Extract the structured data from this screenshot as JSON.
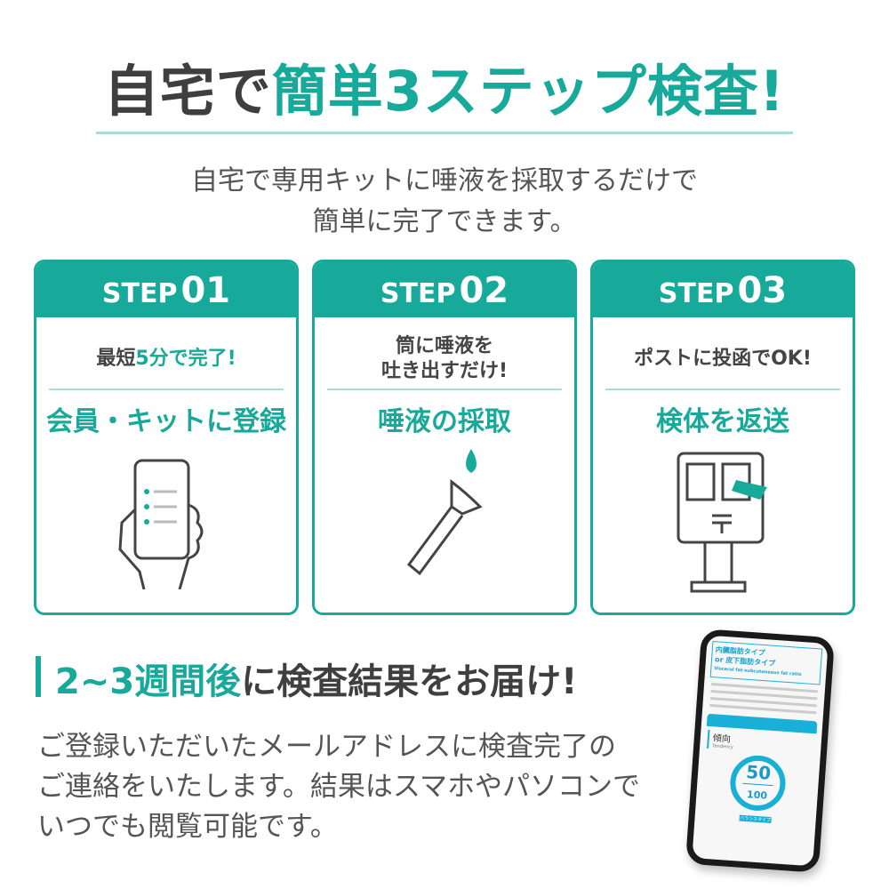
{
  "title": {
    "part1": "自宅で",
    "part2": "簡単3ステップ検査!"
  },
  "subtitle": {
    "line1": "自宅で専用キットに唾液を採取するだけで",
    "line2": "簡単に完了できます。"
  },
  "steps": [
    {
      "label": "STEP",
      "num": "01",
      "lead_a": "最短",
      "lead_acc": "5分で完了!",
      "name": "会員・キットに登録",
      "icon": "smartphone-hand-icon"
    },
    {
      "label": "STEP",
      "num": "02",
      "lead_line1": "筒に唾液を",
      "lead_line2": "吐き出すだけ!",
      "name": "唾液の採取",
      "icon": "saliva-tube-icon"
    },
    {
      "label": "STEP",
      "num": "03",
      "lead": "ポストに投函でOK!",
      "name": "検体を返送",
      "icon": "mailbox-icon"
    }
  ],
  "result": {
    "acc": "2~3週間後",
    "rest": "に検査結果をお届け!"
  },
  "body": {
    "line1": "ご登録いただいたメールアドレスに検査完了の",
    "line2": "ご連絡をいたします。結果はスマホやパソコンで",
    "line3": "いつでも閲覧可能です。"
  },
  "phone": {
    "type1": "内臓脂肪タイプ",
    "type2": "or 皮下脂肪タイプ",
    "en": "Visceral fat-subcutaneous fat ratio",
    "section": "傾向",
    "section_en": "Tendency",
    "score": "50",
    "max": "100",
    "pill": "バランスタイプ"
  },
  "colors": {
    "accent": "#17a99a",
    "phone_accent": "#19b0d8"
  }
}
